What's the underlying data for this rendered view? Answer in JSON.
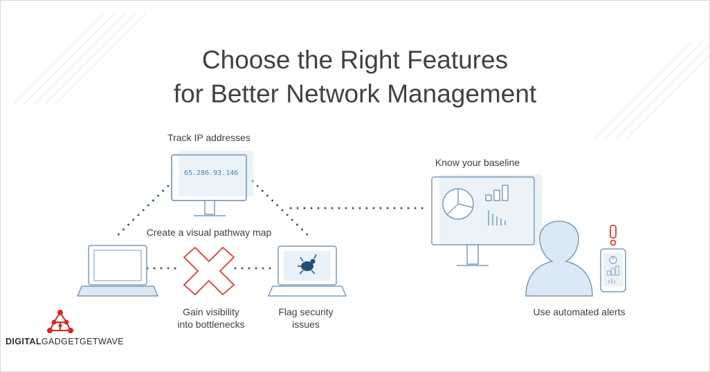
{
  "title": {
    "line1": "Choose the Right Features",
    "line2": "for Better Network Management"
  },
  "nodes": {
    "ip_monitor": {
      "label": "Track IP addresses",
      "screen_text": "65.286.93.146",
      "icon": "monitor-icon"
    },
    "pathway": {
      "label": "Create a visual pathway map"
    },
    "laptop_left": {
      "icon": "laptop-icon"
    },
    "bottleneck": {
      "label_line1": "Gain visibility",
      "label_line2": "into bottlenecks",
      "icon": "x-mark-icon"
    },
    "security": {
      "label_line1": "Flag security",
      "label_line2": "issues",
      "icon": "bug-icon"
    },
    "baseline": {
      "label": "Know your baseline",
      "icon": "dashboard-monitor-icon"
    },
    "alerts": {
      "label": "Use automated alerts",
      "icon": "person-phone-alert-icon"
    }
  },
  "brand": {
    "bold": "DIGITAL",
    "regular": "GADGETGETWAVE"
  },
  "colors": {
    "stroke": "#7a9cb8",
    "fill_light": "#dbe9f4",
    "accent_red": "#e03a3a",
    "dots": "#2f5a78"
  }
}
